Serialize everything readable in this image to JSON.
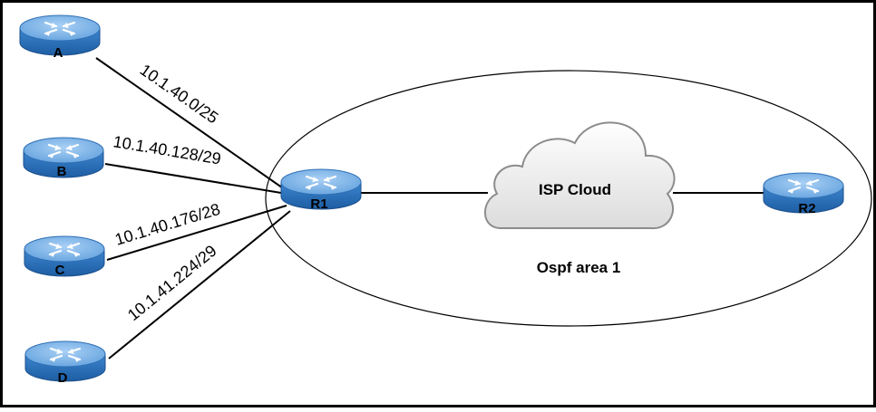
{
  "diagram": {
    "routers": [
      {
        "id": "A",
        "label": "A"
      },
      {
        "id": "B",
        "label": "B"
      },
      {
        "id": "C",
        "label": "C"
      },
      {
        "id": "D",
        "label": "D"
      },
      {
        "id": "R1",
        "label": "R1"
      },
      {
        "id": "R2",
        "label": "R2"
      }
    ],
    "links": [
      {
        "from": "A",
        "to": "R1",
        "label": "10.1.40.0/25"
      },
      {
        "from": "B",
        "to": "R1",
        "label": "10.1.40.128/29"
      },
      {
        "from": "C",
        "to": "R1",
        "label": "10.1.40.176/28"
      },
      {
        "from": "D",
        "to": "R1",
        "label": "10.1.41.224/29"
      },
      {
        "from": "R1",
        "to": "cloud",
        "label": ""
      },
      {
        "from": "cloud",
        "to": "R2",
        "label": ""
      }
    ],
    "cloud": {
      "label": "ISP Cloud"
    },
    "area": {
      "label": "Ospf area 1"
    },
    "colors": {
      "router_top": "#7fb3e6",
      "router_side": "#2e6fb5",
      "router_dark": "#1d4f8c",
      "cloud_fill": "#eaeaea",
      "line": "#000000"
    },
    "icons": {
      "router": "router-icon",
      "cloud": "cloud-icon"
    }
  }
}
